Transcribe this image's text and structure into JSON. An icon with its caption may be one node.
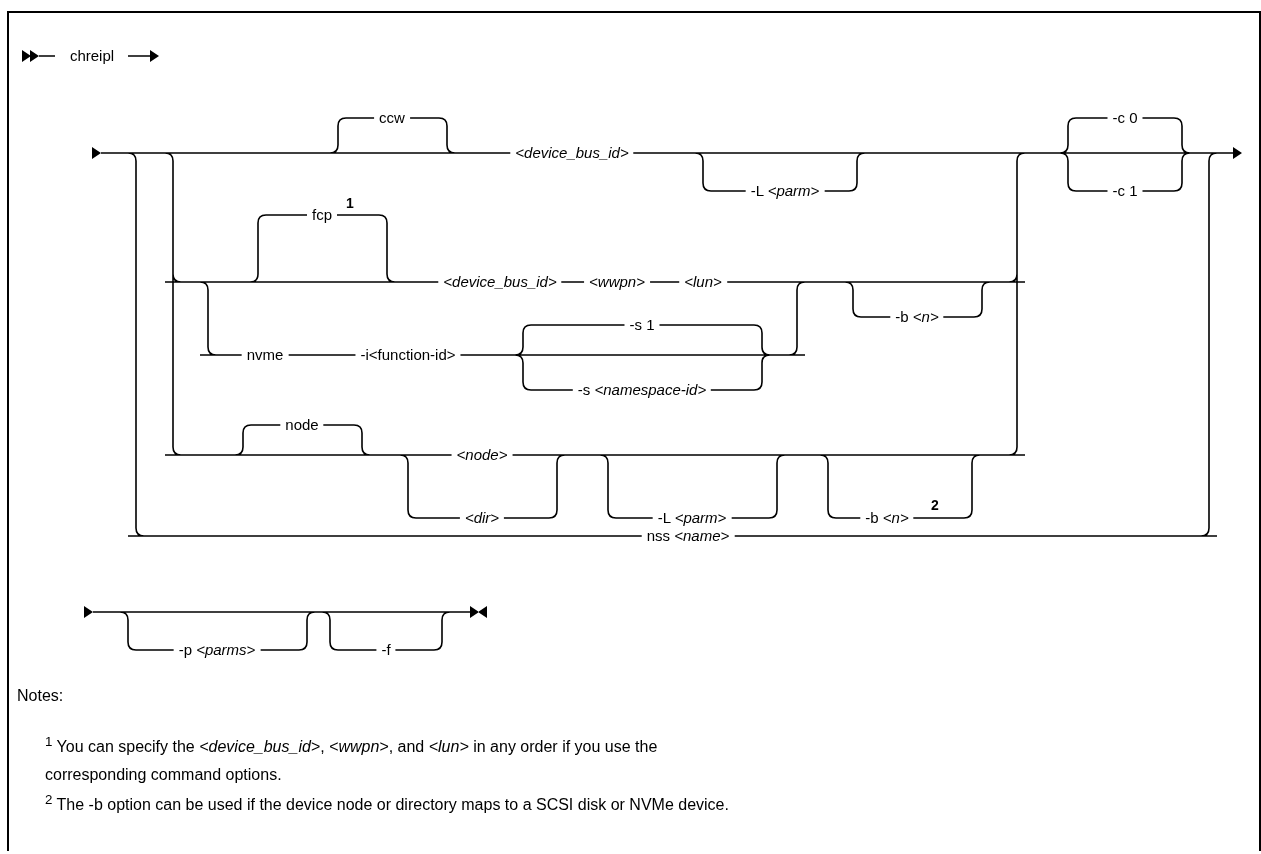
{
  "diagram": {
    "labels": [
      "chreipl",
      "ccw",
      "<device_bus_id>",
      "-c 0",
      "-L *<parm>*",
      "-c 1",
      "fcp",
      "1",
      "<device_bus_id>",
      "<wwpn>",
      "<lun>",
      "-b *<n>*",
      "-s 1",
      "nvme",
      "-i<function-id>",
      "-s *<namespace-id>*",
      "node",
      "<node>",
      "<dir>",
      "-L *<parm>*",
      "-b *<n>*",
      "2",
      "nss *<name>*",
      "-p *<parms>*",
      "-f",
      "Notes:",
      "$^{1}$ You can specify the *<device_bus_id>*, *<wwpn>*, and *<lun>* in any order if you use the corresponding command options.",
      "$^{2}$ The -b option can be used if the device node or directory maps to a SCSI disk or NVMe device."
    ]
  }
}
